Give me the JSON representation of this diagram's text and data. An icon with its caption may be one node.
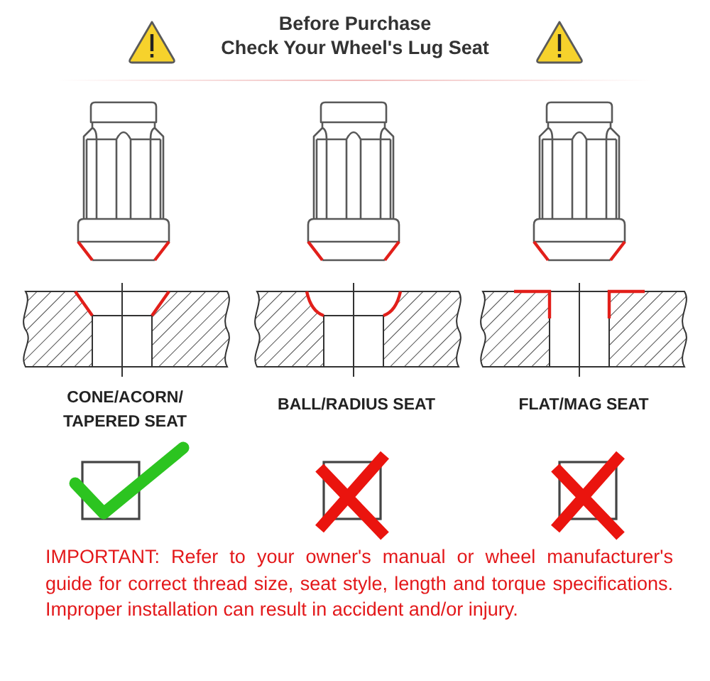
{
  "diagram": {
    "title": "Before Purchase",
    "labels": [
      "Check Your Wheel's Lug Seat",
      "CONE/ACORN/ TAPERED SEAT",
      "BALL/RADIUS SEAT",
      "FLAT/MAG SEAT",
      "IMPORTANT: Refer to your owner's manual or wheel manufacturer's guide for correct thread size, seat style, length and torque specifications. Improper installation can result in accident and/or injury."
    ]
  }
}
